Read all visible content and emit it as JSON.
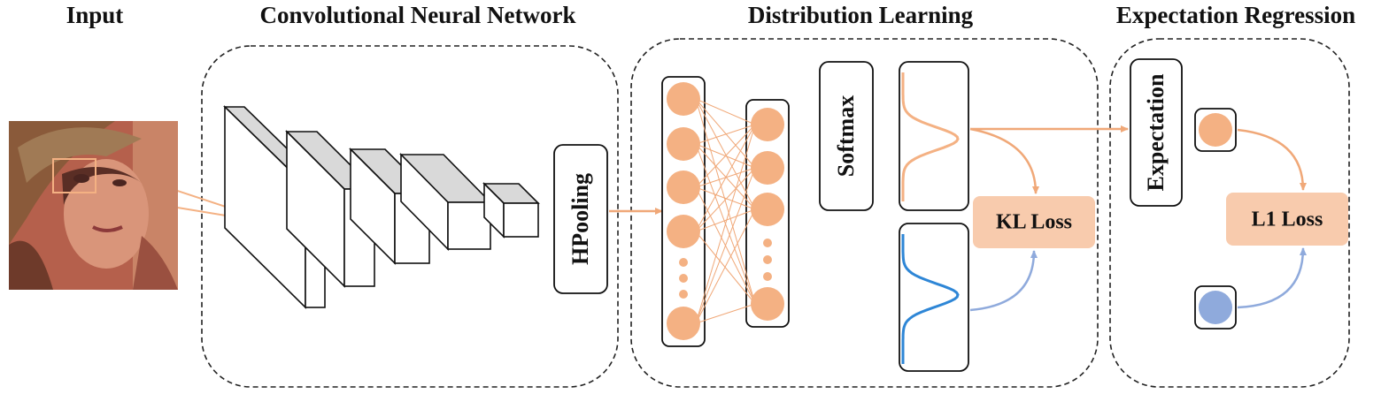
{
  "titles": {
    "input": "Input",
    "cnn": "Convolutional Neural Network",
    "distribution": "Distribution Learning",
    "expectation": "Expectation Regression"
  },
  "blocks": {
    "hpooling": "HPooling",
    "softmax": "Softmax",
    "expectation": "Expectation",
    "kl_loss": "KL Loss",
    "l1_loss": "L1 Loss"
  },
  "colors": {
    "orange": "#f4b183",
    "orange_line": "#f0a878",
    "orange_fill": "#f8cbad",
    "blue": "#8faadc",
    "blue_curve": "#2e86d6",
    "box_gray": "#d9d9d9"
  }
}
